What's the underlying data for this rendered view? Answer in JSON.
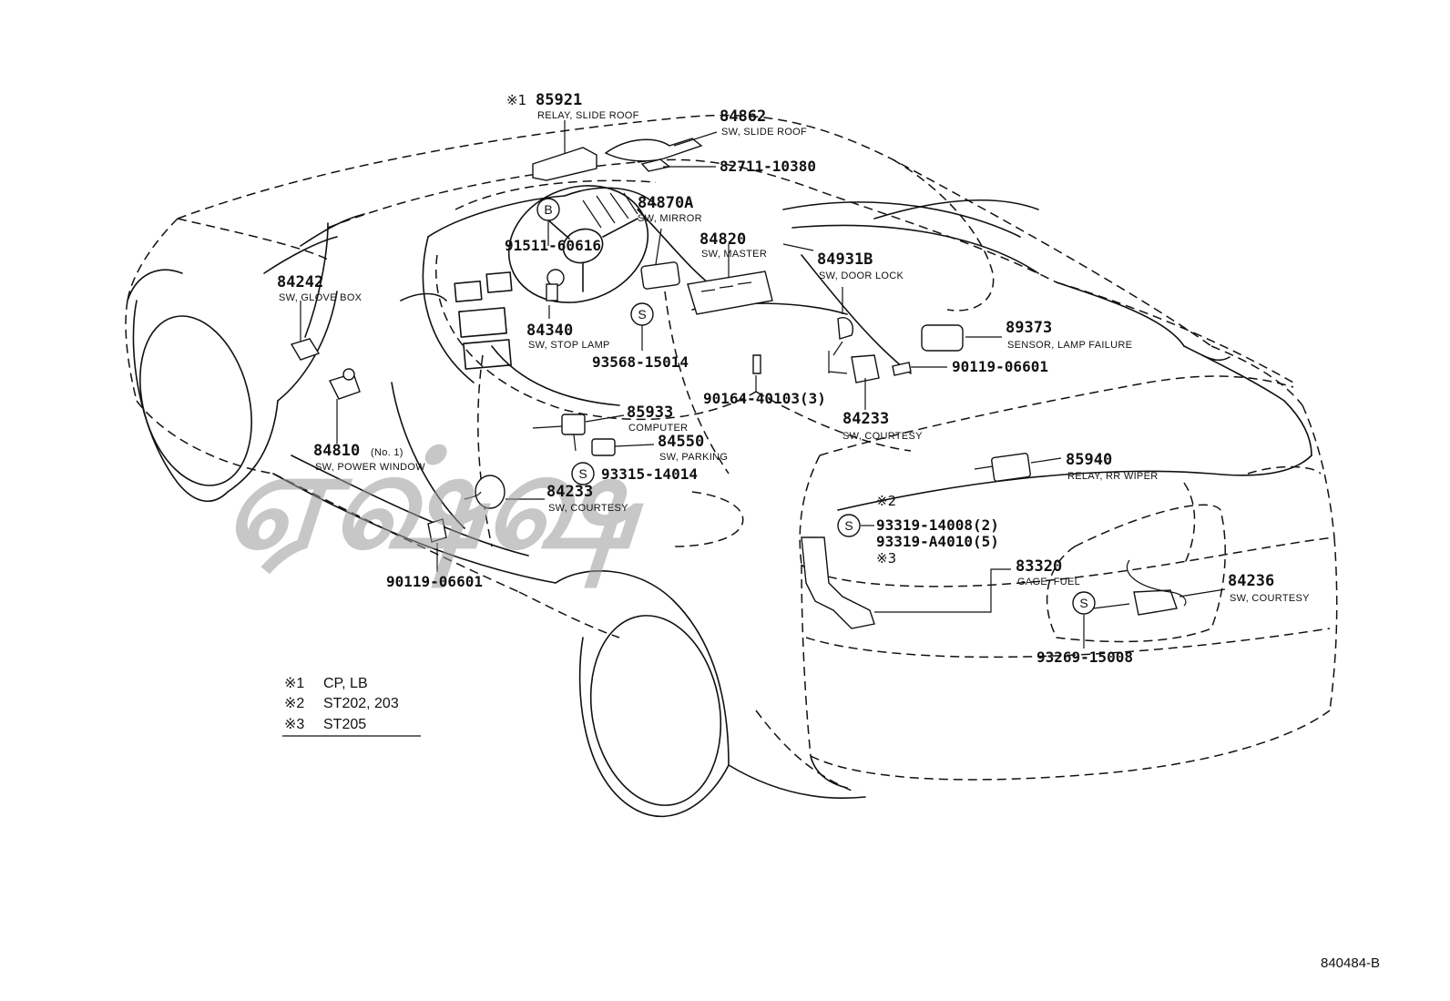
{
  "figure_number": "840484-B",
  "watermark": "ஏஷ்ஷ",
  "callouts": {
    "p85921": {
      "mark": "※1",
      "number": "85921",
      "desc": "RELAY, SLIDE ROOF"
    },
    "p84862": {
      "number": "84862",
      "desc": "SW, SLIDE ROOF"
    },
    "p82711": {
      "number": "82711-10380"
    },
    "p84870A": {
      "number": "84870A",
      "desc": "SW, MIRROR"
    },
    "p91511": {
      "number": "91511-60616",
      "circle": "B"
    },
    "p84820": {
      "number": "84820",
      "desc": "SW, MASTER"
    },
    "p84931B": {
      "number": "84931B",
      "desc": "SW, DOOR LOCK"
    },
    "p84242": {
      "number": "84242",
      "desc": "SW, GLOVE BOX"
    },
    "p84340": {
      "number": "84340",
      "desc": "SW, STOP LAMP"
    },
    "p93568": {
      "number": "93568-15014",
      "circle": "S"
    },
    "p89373": {
      "number": "89373",
      "desc": "SENSOR, LAMP FAILURE"
    },
    "p90119a": {
      "number": "90119-06601"
    },
    "p90164": {
      "number": "90164-40103(3)"
    },
    "p84233a": {
      "number": "84233",
      "desc": "SW, COURTESY"
    },
    "p85933": {
      "number": "85933",
      "desc": "COMPUTER"
    },
    "p84550": {
      "number": "84550",
      "desc": "SW, PARKING"
    },
    "p93315": {
      "number": "93315-14014",
      "circle": "S"
    },
    "p84810": {
      "number": "84810",
      "suffix": "(No. 1)",
      "desc": "SW, POWER WINDOW"
    },
    "p84233b": {
      "number": "84233",
      "desc": "SW, COURTESY"
    },
    "p90119b": {
      "number": "90119-06601"
    },
    "p85940": {
      "number": "85940",
      "desc": "RELAY, RR WIPER"
    },
    "p93319": {
      "mark2": "※2",
      "number1": "93319-14008(2)",
      "number2": "93319-A4010(5)",
      "mark3": "※3",
      "circle": "S"
    },
    "p83320": {
      "number": "83320",
      "desc": "GAGE, FUEL"
    },
    "p84236": {
      "number": "84236",
      "desc": "SW, COURTESY"
    },
    "p93269": {
      "number": "93269-15008",
      "circle": "S"
    }
  },
  "legend": [
    {
      "mark": "※1",
      "text": "CP, LB"
    },
    {
      "mark": "※2",
      "text": "ST202, 203"
    },
    {
      "mark": "※3",
      "text": "ST205"
    }
  ]
}
